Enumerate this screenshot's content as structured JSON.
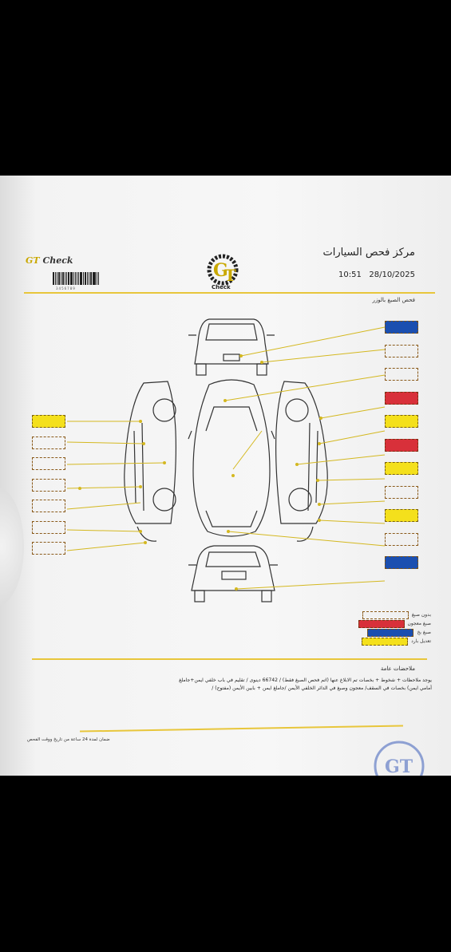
{
  "header": {
    "brand_text": "GT Check",
    "brand_prefix": "GT",
    "brand_suffix": "Check",
    "barcode_number": "3456789",
    "logo_text": "Check",
    "center_name": "مركز فحص السيارات",
    "time": "10:51",
    "date": "28/10/2025"
  },
  "section_title": "فحص الصبغ بالوزر",
  "boxes_left": [
    "yellow",
    "dashed",
    "dashed",
    "dashed",
    "dashed",
    "dashed",
    "dashed"
  ],
  "boxes_right": [
    "blue",
    "dashed",
    "dashed",
    "red",
    "yellow",
    "red",
    "yellow",
    "dashed",
    "yellow",
    "dashed",
    "blue"
  ],
  "legend": [
    {
      "label": "بدون صبغ",
      "swatch": "dashed"
    },
    {
      "label": "صبغ معجون",
      "swatch": "red"
    },
    {
      "label": "صبغ بخ",
      "swatch": "blue"
    },
    {
      "label": "تعديل بارد",
      "swatch": "yellow"
    }
  ],
  "colors": {
    "accent": "#e8c63b",
    "yellow": "#f4e01c",
    "red": "#d8303a",
    "blue": "#1b4fb0"
  },
  "notes": {
    "title": "ملاحضات عامة",
    "line1": "يوجد ملاحظات + شخوط + بخصات تم الابلاغ عنها (اتم فحص الصبغ فقط) / 66742 دينوى / تقليم في باب خلفي ايمن+جاملغ",
    "line2": "أمامي ايمن) بخصات في السقف/ معجون وصبغ في الدائر الخلفي الأيمن /جاملغ ايمن + بابين الأيمن (مفتوح) /"
  },
  "guarantee": "ضمان لمدة 24 ساعة من تاريخ ووقت الفحص"
}
